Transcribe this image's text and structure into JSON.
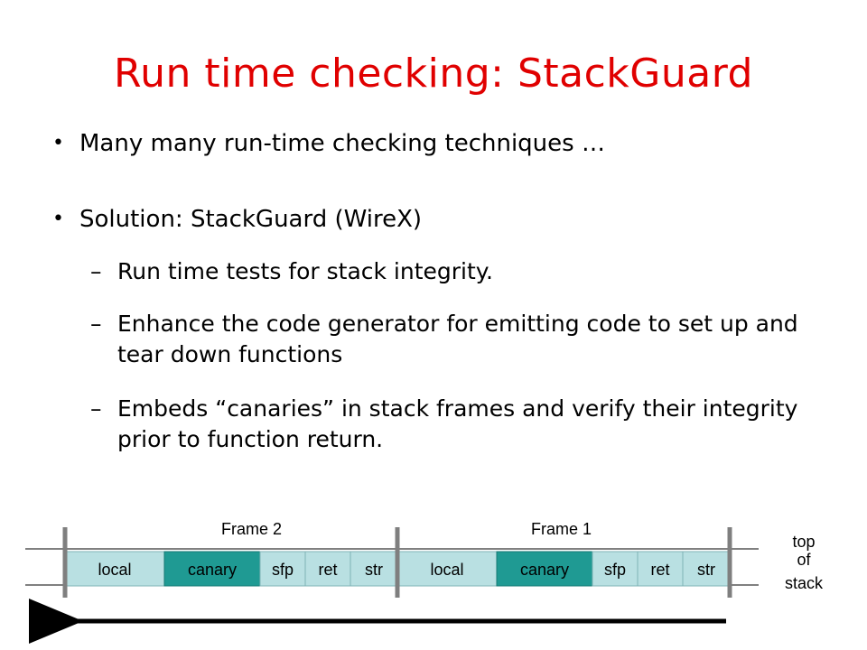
{
  "title": "Run time checking: StackGuard",
  "bullets": [
    {
      "text": "Many many run-time checking techniques …"
    },
    {
      "text": "Solution:  StackGuard  (WireX)",
      "sub": [
        "Run time tests for stack integrity.",
        "Enhance the code generator for emitting code to set up and tear down functions",
        "Embeds “canaries” in stack frames and verify their integrity prior to function return."
      ]
    }
  ],
  "diagram": {
    "frame_labels": [
      "Frame 2",
      "Frame 1"
    ],
    "frames": [
      {
        "cells": [
          "local",
          "canary",
          "sfp",
          "ret",
          "str"
        ]
      },
      {
        "cells": [
          "local",
          "canary",
          "sfp",
          "ret",
          "str"
        ]
      }
    ],
    "top_of_stack": [
      "top",
      "of",
      "stack"
    ],
    "colors": {
      "local": "#b9e0e2",
      "canary": "#1f9a93",
      "small": "#b9e0e2"
    }
  }
}
